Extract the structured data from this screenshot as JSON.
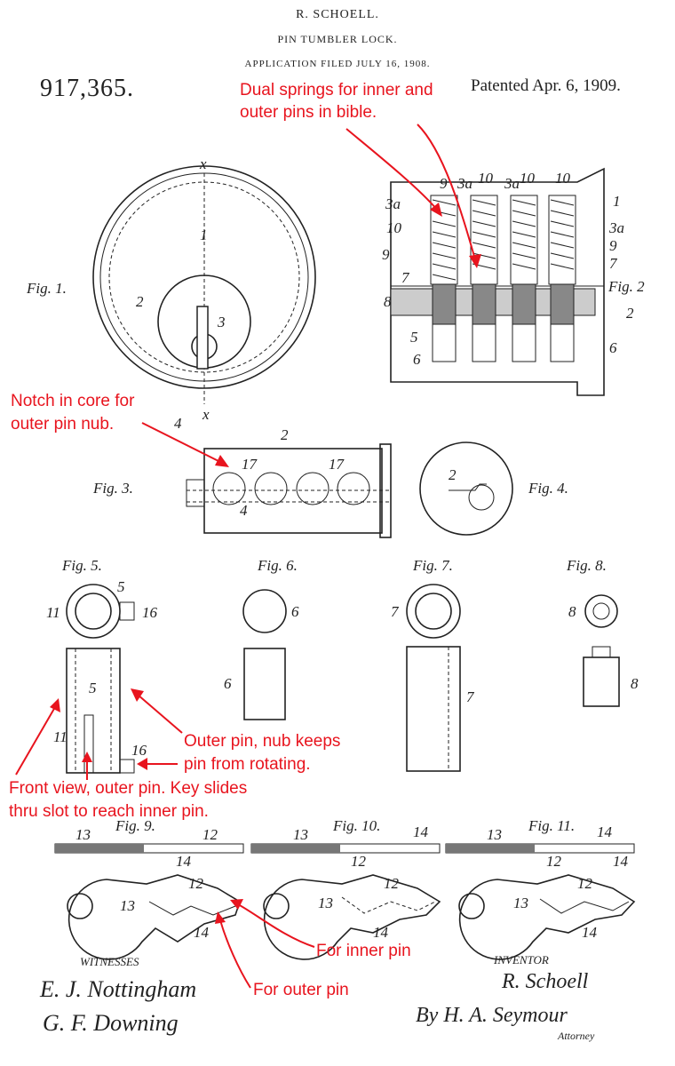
{
  "header": {
    "inventor_name": "R. SCHOELL.",
    "title": "PIN TUMBLER LOCK.",
    "application_filed": "APPLICATION FILED JULY 16, 1908.",
    "patent_number": "917,365.",
    "patented_date": "Patented Apr. 6, 1909."
  },
  "figures": {
    "fig1": "Fig. 1.",
    "fig2": "Fig. 2",
    "fig3": "Fig. 3.",
    "fig4": "Fig. 4.",
    "fig5": "Fig. 5.",
    "fig6": "Fig. 6.",
    "fig7": "Fig. 7.",
    "fig8": "Fig. 8.",
    "fig9": "Fig. 9.",
    "fig10": "Fig. 10.",
    "fig11": "Fig. 11."
  },
  "reference_numerals": {
    "n1": "1",
    "n2": "2",
    "n3": "3",
    "n3a": "3a",
    "n4": "4",
    "n5": "5",
    "n6": "6",
    "n7": "7",
    "n8": "8",
    "n9": "9",
    "n10": "10",
    "n11": "11",
    "n12": "12",
    "n13": "13",
    "n14": "14",
    "n16": "16",
    "n17": "17",
    "x": "x"
  },
  "annotations": {
    "dual_springs_line1": "Dual springs for inner and",
    "dual_springs_line2": "outer pins in bible.",
    "notch_line1": "Notch in core for",
    "notch_line2": "outer pin nub.",
    "outer_pin_line1": "Outer pin, nub keeps",
    "outer_pin_line2": "pin from rotating.",
    "front_view_line1": "Front view, outer pin. Key slides",
    "front_view_line2": "thru slot to reach inner pin.",
    "inner_pin": "For inner pin",
    "outer_pin": "For outer pin"
  },
  "signatures": {
    "witnesses_label": "WITNESSES",
    "witness1": "E. J. Nottingham",
    "witness2": "G. F. Downing",
    "inventor_label": "INVENTOR",
    "inventor_signature": "R. Schoell",
    "attorney_signature": "By H. A. Seymour",
    "attorney_label": "Attorney"
  },
  "colors": {
    "annotation": "#e8141e",
    "ink": "#222222",
    "paper": "#ffffff"
  }
}
